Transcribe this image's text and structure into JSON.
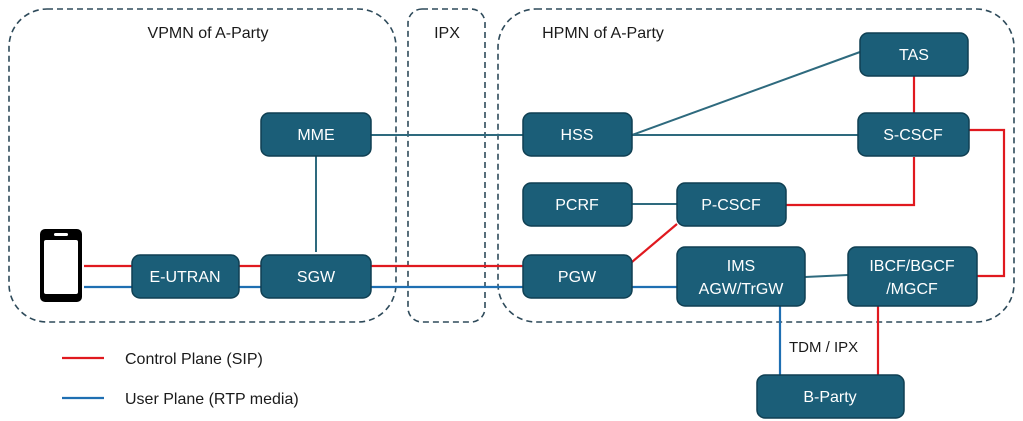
{
  "colors": {
    "node_fill": "#1b5e78",
    "node_stroke": "#0f3f52",
    "control_plane": "#e0191f",
    "user_plane": "#1f6fb2",
    "teal_link": "#2e6a7e",
    "region_border": "#2e4a5a"
  },
  "regions": {
    "vpmn": "VPMN of A-Party",
    "ipx": "IPX",
    "hpmn": "HPMN of A-Party"
  },
  "nodes": {
    "ue": "smartphone-icon",
    "eutran": "E-UTRAN",
    "sgw": "SGW",
    "mme": "MME",
    "hss": "HSS",
    "tas": "TAS",
    "scscf": "S-CSCF",
    "pcrf": "PCRF",
    "pcscf": "P-CSCF",
    "pgw": "PGW",
    "ims_line1": "IMS",
    "ims_line2": "AGW/TrGW",
    "ibcf_line1": "IBCF/BGCF",
    "ibcf_line2": "/MGCF",
    "bparty": "B-Party"
  },
  "link_labels": {
    "tdm_ipx": "TDM / IPX"
  },
  "legend": {
    "control_plane": "Control Plane (SIP)",
    "user_plane": "User Plane (RTP media)"
  }
}
